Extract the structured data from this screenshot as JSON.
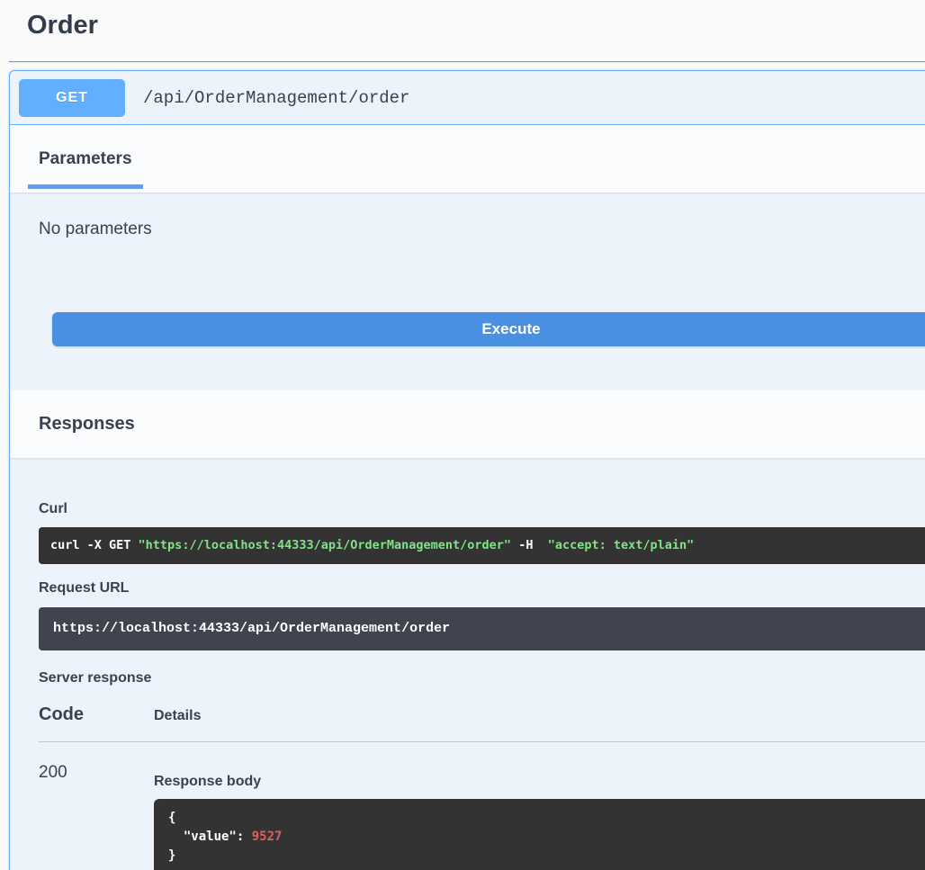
{
  "page": {
    "title": "Order"
  },
  "endpoint": {
    "method": "GET",
    "path": "/api/OrderManagement/order"
  },
  "tabs": {
    "parameters_label": "Parameters"
  },
  "parameters": {
    "empty_text": "No parameters",
    "execute_label": "Execute"
  },
  "responses": {
    "section_title": "Responses",
    "curl_label": "Curl",
    "curl": {
      "cmd_prefix": "curl -X GET ",
      "url_string": "\"https://localhost:44333/api/OrderManagement/order\"",
      "header_flag": " -H ",
      "header_string": " \"accept: text/plain\""
    },
    "request_url_label": "Request URL",
    "request_url": "https://localhost:44333/api/OrderManagement/order",
    "server_response_label": "Server response",
    "table": {
      "code_header": "Code",
      "details_header": "Details"
    },
    "row": {
      "code": "200",
      "response_body_label": "Response body",
      "body_open": "{",
      "body_key": "  \"value\": ",
      "body_value": "9527",
      "body_close": "}"
    }
  },
  "colors": {
    "method_get": "#61affe",
    "execute_button": "#4990e2",
    "curl_string_green": "#7ee584",
    "json_number_red": "#d36363",
    "curl_bg": "#333333",
    "request_url_bg": "#41444e",
    "opblock_bg": "#ecf3fb",
    "text": "#3b4151"
  }
}
